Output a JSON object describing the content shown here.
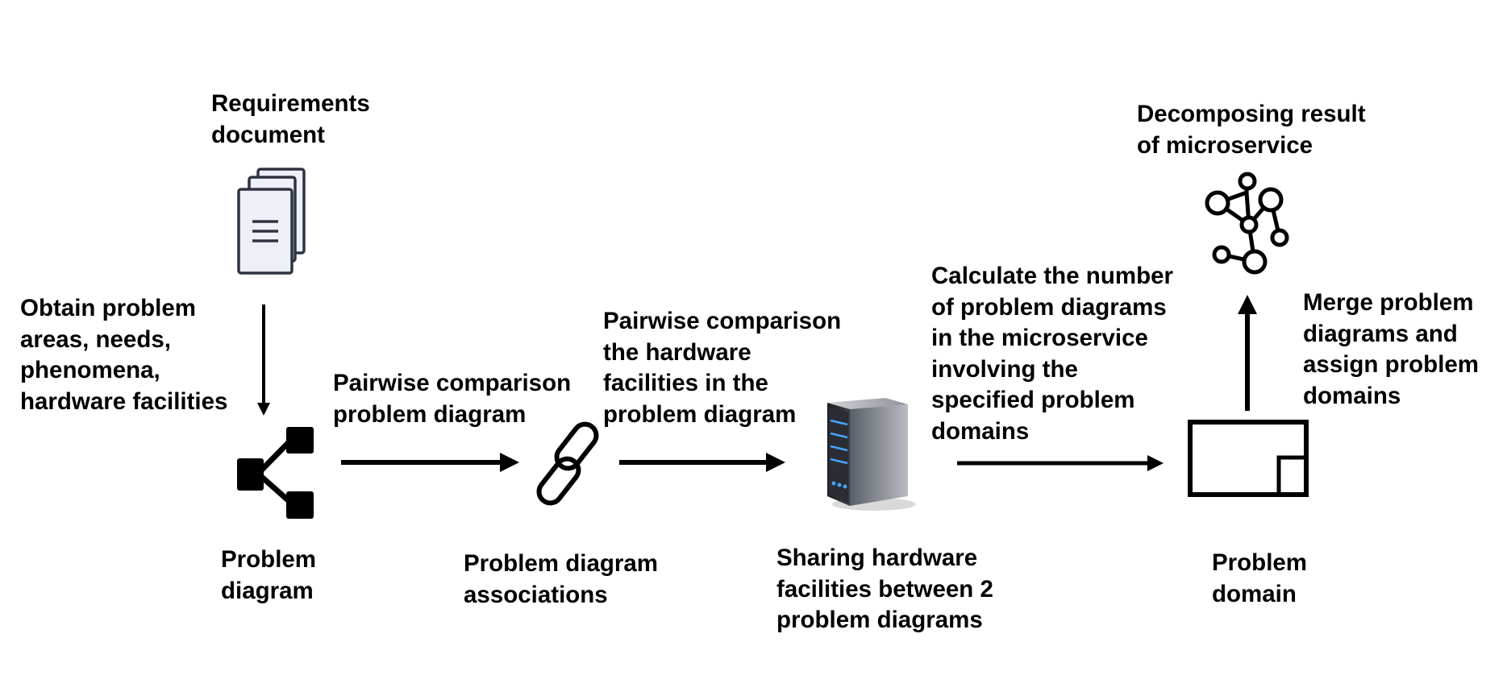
{
  "labels": {
    "requirements_document": "Requirements\ndocument",
    "obtain_step": "Obtain problem\nareas, needs,\nphenomena,\nhardware facilities",
    "problem_diagram": "Problem\ndiagram",
    "pairwise_problem_diagram": "Pairwise comparison\nproblem diagram",
    "problem_diagram_associations": "Problem diagram\nassociations",
    "pairwise_hardware": "Pairwise comparison\nthe hardware\nfacilities in the\nproblem diagram",
    "sharing_hardware": "Sharing hardware\nfacilities between 2\nproblem diagrams",
    "calculate_step": "Calculate the number\nof problem diagrams\nin the microservice\ninvolving the\nspecified problem\ndomains",
    "problem_domain": "Problem\ndomain",
    "merge_step": "Merge problem\ndiagrams and\nassign problem\ndomains",
    "decomposing_result": "Decomposing result\nof microservice"
  },
  "icons": [
    "document-stack-icon",
    "tree-diagram-icon",
    "chain-link-icon",
    "server-icon",
    "problem-domain-box-icon",
    "microservice-graph-icon"
  ],
  "colors": {
    "ink": "#000000",
    "document_fill": "#eef0f8",
    "document_stroke": "#2d3340",
    "server_body": "#2a2d33",
    "server_led": "#4aa3ff"
  }
}
